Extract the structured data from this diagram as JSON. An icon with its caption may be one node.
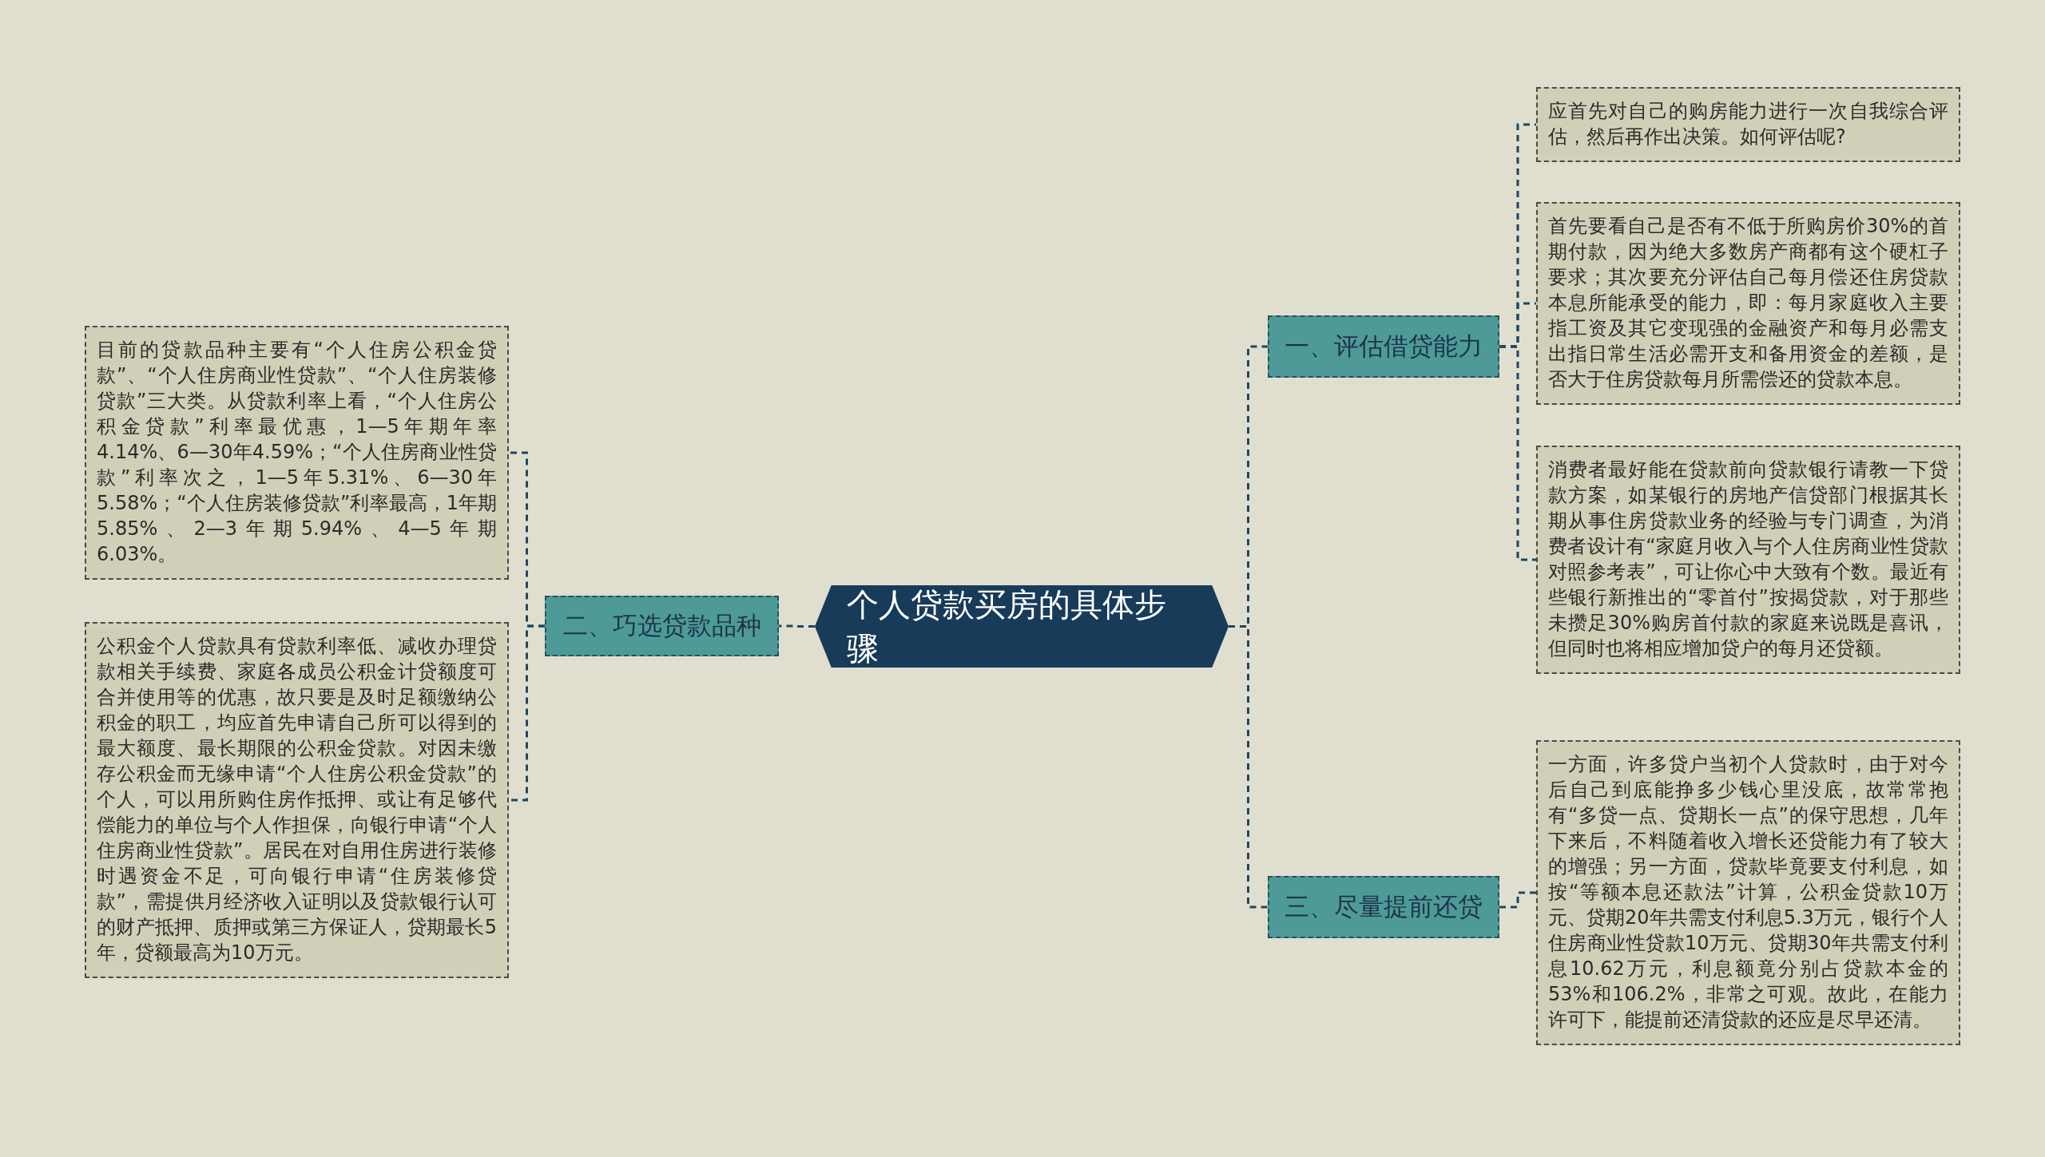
{
  "diagram": {
    "nodes": [
      {
        "text": [
          "个人贷款买房的具体步骤"
        ]
      },
      {
        "text": [
          "一、评估借贷能力"
        ]
      },
      {
        "text": [
          "应首先对自己的购房能力进行一次自我综合评估，然后再作出决策。如何评估呢?"
        ]
      },
      {
        "text": [
          "首先要看自己是否有不低于所购房价30%的首期付款，因为绝大多数房产商都有这个硬杠子要求；其次要充分评估自己每月偿还住房贷款本息所能承受的能力，即：每月家庭收入主要指工资及其它变现强的金融资产和每月必需支出指日常生活必需开支和备用资金的差额，是否大于住房贷款每月所需偿还的贷款本息。"
        ]
      },
      {
        "text": [
          "消费者最好能在贷款前向贷款银行请教一下贷款方案，如某银行的房地产信贷部门根据其长期从事住房贷款业务的经验与专门调查，为消费者设计有“家庭月收入与个人住房商业性贷款对照参考表”，可让你心中大致有个数。最近有些银行新推出的“零首付”按揭贷款，对于那些未攒足30%购房首付款的家庭来说既是喜讯，但同时也将相应增加贷户的每月还贷额。"
        ]
      },
      {
        "text": [
          "三、尽量提前还贷"
        ]
      },
      {
        "text": [
          "一方面，许多贷户当初个人贷款时，由于对今后自己到底能挣多少钱心里没底，故常常抱有“多贷一点、贷期长一点”的保守思想，几年下来后，不料随着收入增长还贷能力有了较大的增强；另一方面，贷款毕竟要支付利息，如按“等额本息还款法”计算，公积金贷款10万元、贷期20年共需支付利息5.3万元，银行个人住房商业性贷款10万元、贷期30年共需支付利息10.62万元，利息额竟分别占贷款本金的53%和106.2%，非常之可观。故此，在能力许可下，能提前还清贷款的还应是尽早还清。"
        ]
      },
      {
        "text": [
          "二、巧选贷款品种"
        ]
      },
      {
        "text": [
          "目前的贷款品种主要有“个人住房公积金贷款”、“个人住房商业性贷款”、“个人住房装修贷款”三大类。从贷款利率上看，“个人住房公积金贷款”利率最优惠，1—5年期年率4.14%、6—30年4.59%；“个人住房商业性贷款”利率次之，1—5年5.31%、6—30年5.58%；“个人住房装修贷款”利率最高，1年期5.85%、2—3年期5.94%、4—5年期6.03%。"
        ]
      },
      {
        "text": [
          "公积金个人贷款具有贷款利率低、减收办理贷款相关手续费、家庭各成员公积金计贷额度可合并使用等的优惠，故只要是及时足额缴纳公积金的职工，均应首先申请自己所可以得到的最大额度、最长期限的公积金贷款。对因未缴存公积金而无缘申请“个人住房公积金贷款”的个人，可以用所购住房作抵押、或让有足够代偿能力的单位与个人作担保，向银行申请“个人住房商业性贷款”。居民在对自用住房进行装修时遇资金不足，可向银行申请“住房装修贷款”，需提供月经济收入证明以及贷款银行认可的财产抵押、质押或第三方保证人，贷期最长5年，贷额最高为10万元。"
        ]
      }
    ],
    "edges": [
      {
        "from": 0,
        "to": 1,
        "arrow": "none"
      },
      {
        "from": 1,
        "to": 2,
        "arrow": "none"
      },
      {
        "from": 1,
        "to": 3,
        "arrow": "none"
      },
      {
        "from": 1,
        "to": 4,
        "arrow": "none"
      },
      {
        "from": 0,
        "to": 5,
        "arrow": "none"
      },
      {
        "from": 5,
        "to": 6,
        "arrow": "none"
      },
      {
        "from": 0,
        "to": 7,
        "arrow": "none"
      },
      {
        "from": 7,
        "to": 8,
        "arrow": "none"
      },
      {
        "from": 7,
        "to": 9,
        "arrow": "none"
      }
    ]
  }
}
